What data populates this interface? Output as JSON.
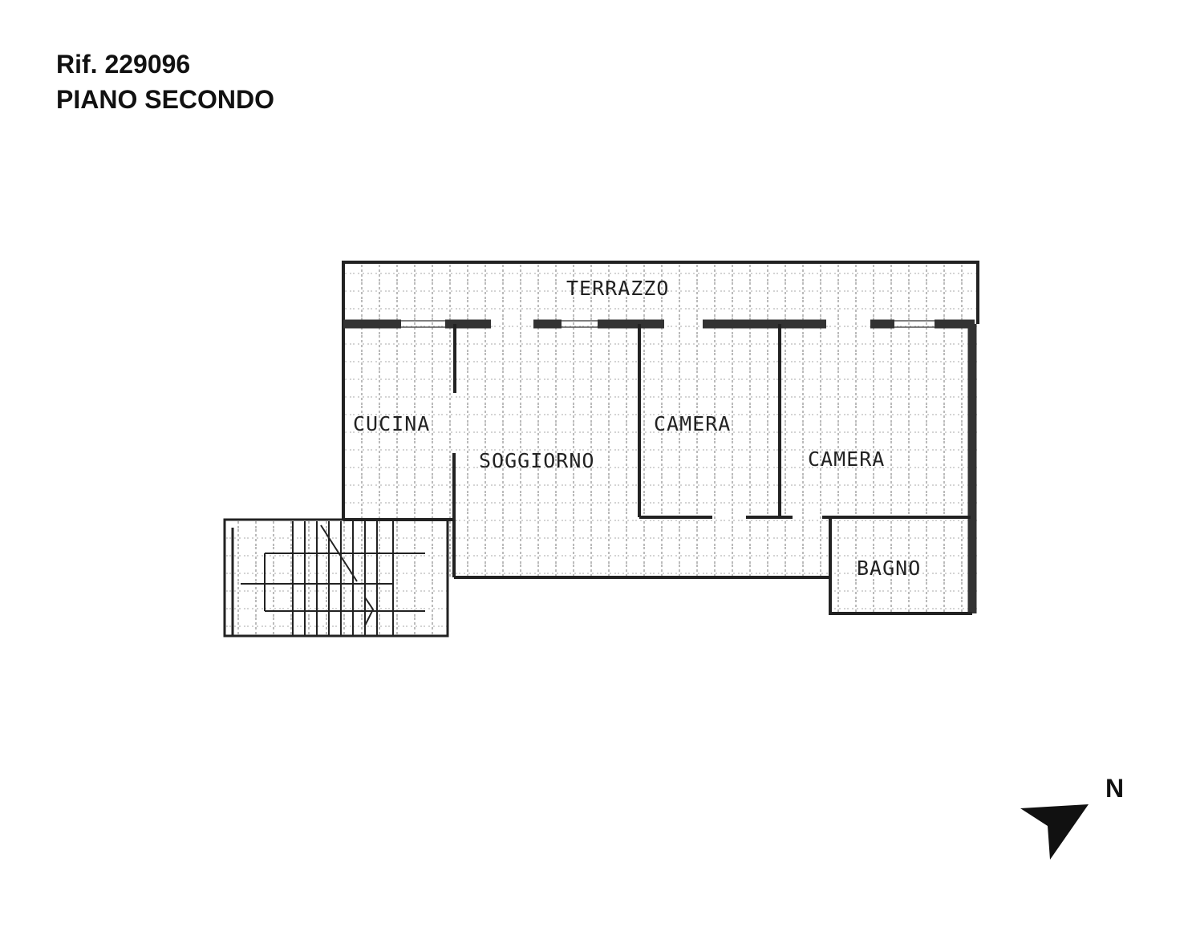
{
  "header": {
    "reference": "Rif. 229096",
    "floor": "PIANO SECONDO"
  },
  "rooms": {
    "terrace": "TERRAZZO",
    "kitchen": "CUCINA",
    "living": "SOGGIORNO",
    "bedroom1": "CAMERA",
    "bedroom2": "CAMERA",
    "bathroom": "BAGNO"
  },
  "compass": {
    "label": "N"
  }
}
